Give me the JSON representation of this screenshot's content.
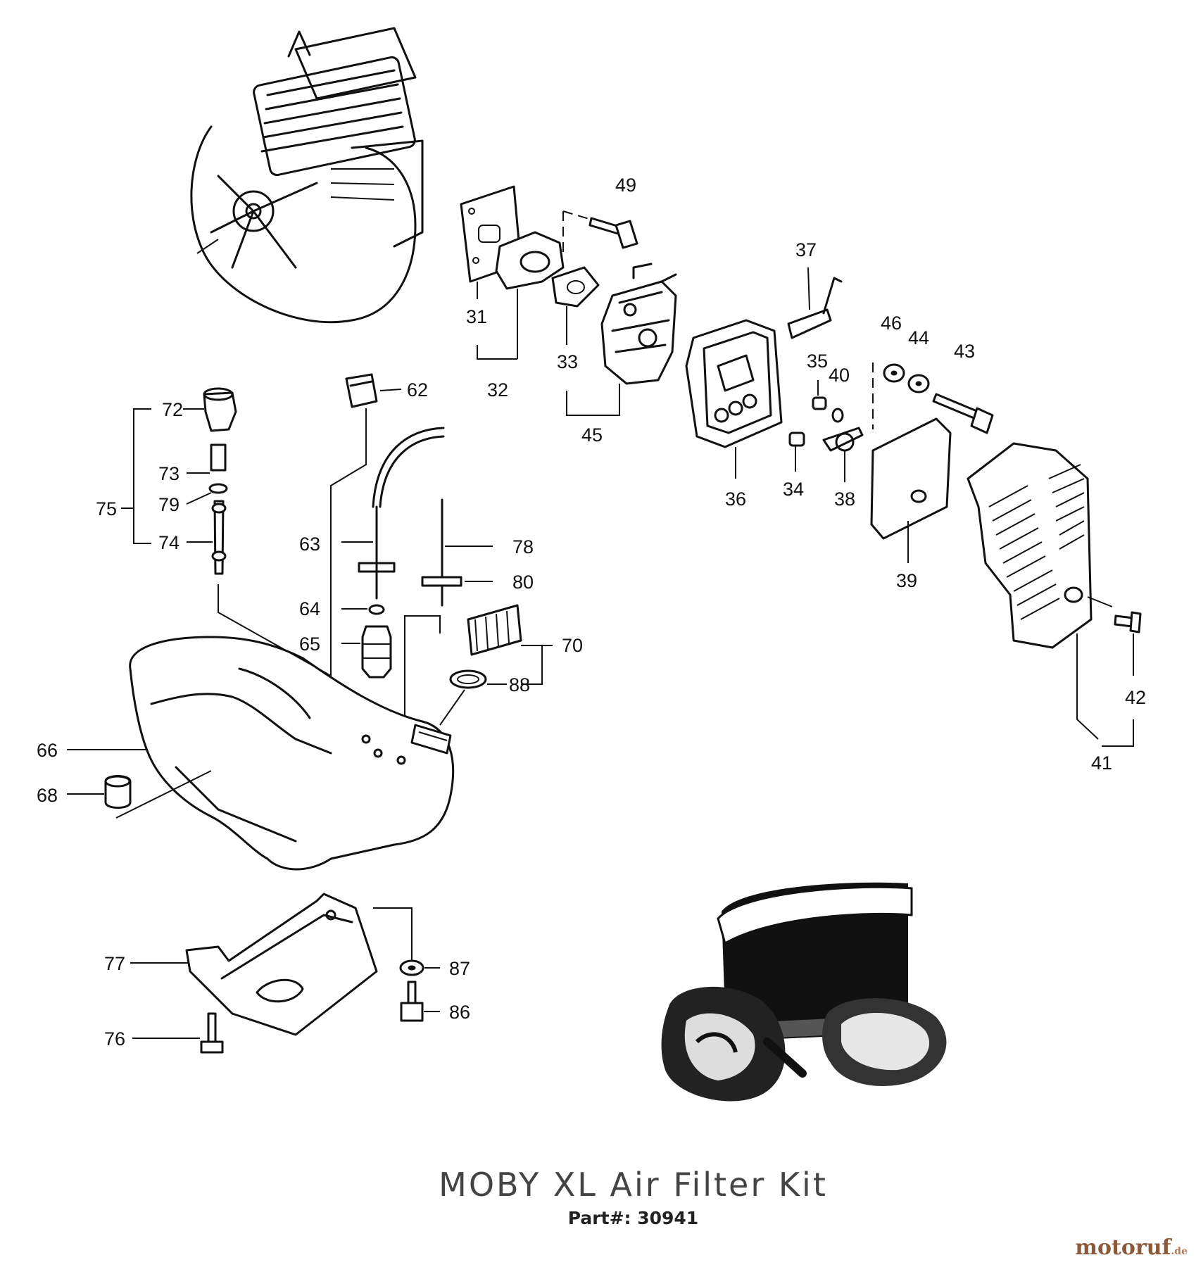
{
  "callouts": {
    "c31": "31",
    "c32": "32",
    "c33": "33",
    "c34": "34",
    "c35": "35",
    "c36": "36",
    "c37": "37",
    "c38": "38",
    "c39": "39",
    "c40": "40",
    "c41": "41",
    "c42": "42",
    "c43": "43",
    "c44": "44",
    "c45": "45",
    "c46": "46",
    "c49": "49",
    "c62": "62",
    "c63": "63",
    "c64": "64",
    "c65": "65",
    "c66": "66",
    "c68": "68",
    "c70": "70",
    "c72": "72",
    "c73": "73",
    "c74": "74",
    "c75": "75",
    "c76": "76",
    "c77": "77",
    "c78": "78",
    "c79": "79",
    "c80": "80",
    "c86": "86",
    "c87": "87",
    "c88": "88"
  },
  "kit": {
    "title": "MOBY XL Air Filter Kit",
    "part_number": "Part#: 30941"
  },
  "watermark": {
    "brand": "motoruf",
    "suffix": ".de"
  }
}
